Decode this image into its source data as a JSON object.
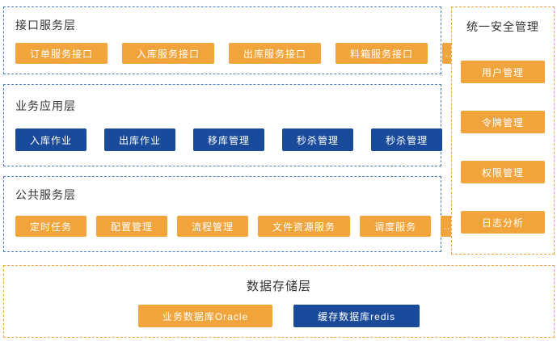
{
  "colors": {
    "orange": "#F1A43B",
    "blue": "#1A4B9B",
    "border-blue": "#4D7EC2",
    "border-orange": "#F1A43B",
    "title": "#333333"
  },
  "layers": {
    "interface": {
      "title": "接口服务层",
      "items": [
        "订单服务接口",
        "入库服务接口",
        "出库服务接口",
        "料箱服务接口",
        "..."
      ]
    },
    "business": {
      "title": "业务应用层",
      "items": [
        "入库作业",
        "出库作业",
        "移库管理",
        "秒杀管理",
        "秒杀管理",
        "..."
      ]
    },
    "common": {
      "title": "公共服务层",
      "items": [
        "定时任务",
        "配置管理",
        "流程管理",
        "文件资源服务",
        "调度服务",
        "..."
      ]
    },
    "security": {
      "title": "统一安全管理",
      "items": [
        "用户管理",
        "令牌管理",
        "权限管理",
        "日志分析"
      ]
    },
    "storage": {
      "title": "数据存储层",
      "items": [
        "业务数据库Oracle",
        "缓存数据库redis"
      ]
    }
  }
}
